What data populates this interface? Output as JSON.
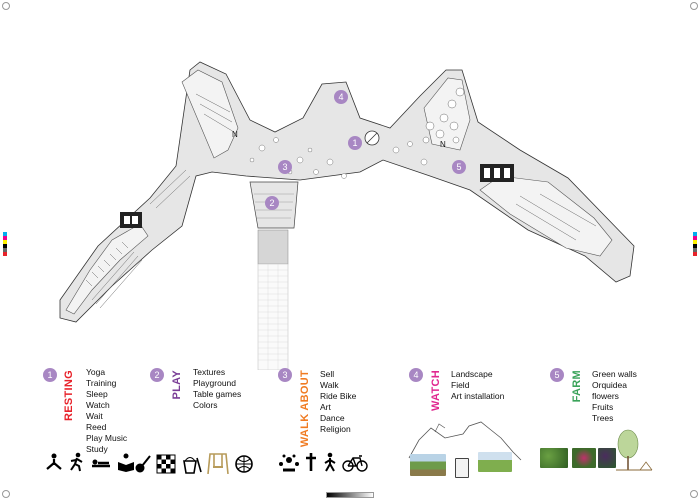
{
  "zones": [
    {
      "number": "1",
      "title": "RESTING",
      "color": "#e8222a",
      "activities": [
        "Yoga",
        "Training",
        "Sleep",
        "Watch",
        "Wait",
        "Reed",
        "Play Music",
        "Study"
      ]
    },
    {
      "number": "2",
      "title": "PLAY",
      "color": "#7a3d96",
      "activities": [
        "Textures",
        "Playground",
        "Table games",
        "Colors"
      ]
    },
    {
      "number": "3",
      "title": "WALK ABOUT",
      "color": "#f07b22",
      "activities": [
        "Sell",
        "Walk",
        "Ride Bike",
        "Art",
        "Dance",
        "Religion"
      ]
    },
    {
      "number": "4",
      "title": "WATCH",
      "color": "#e0278f",
      "activities": [
        "Landscape",
        "Field",
        "Art installation"
      ]
    },
    {
      "number": "5",
      "title": "FARM",
      "color": "#3aa35a",
      "activities": [
        "Green walls",
        "Orquidea",
        "flowers",
        "Fruits",
        "Trees"
      ]
    }
  ],
  "plan_markers": [
    "1",
    "2",
    "3",
    "4",
    "5"
  ],
  "north_label": "N",
  "badge_color": "#a887c3",
  "icons": {
    "resting": [
      "yoga-icon",
      "runner-icon",
      "sleep-icon",
      "reading-icon"
    ],
    "play": [
      "guitar-icon",
      "chessboard-icon",
      "sand-bucket-icon",
      "swing-icon",
      "ball-icon"
    ],
    "walk": [
      "dance-group-icon",
      "cross-icon",
      "walker-icon",
      "bicycle-icon"
    ]
  }
}
